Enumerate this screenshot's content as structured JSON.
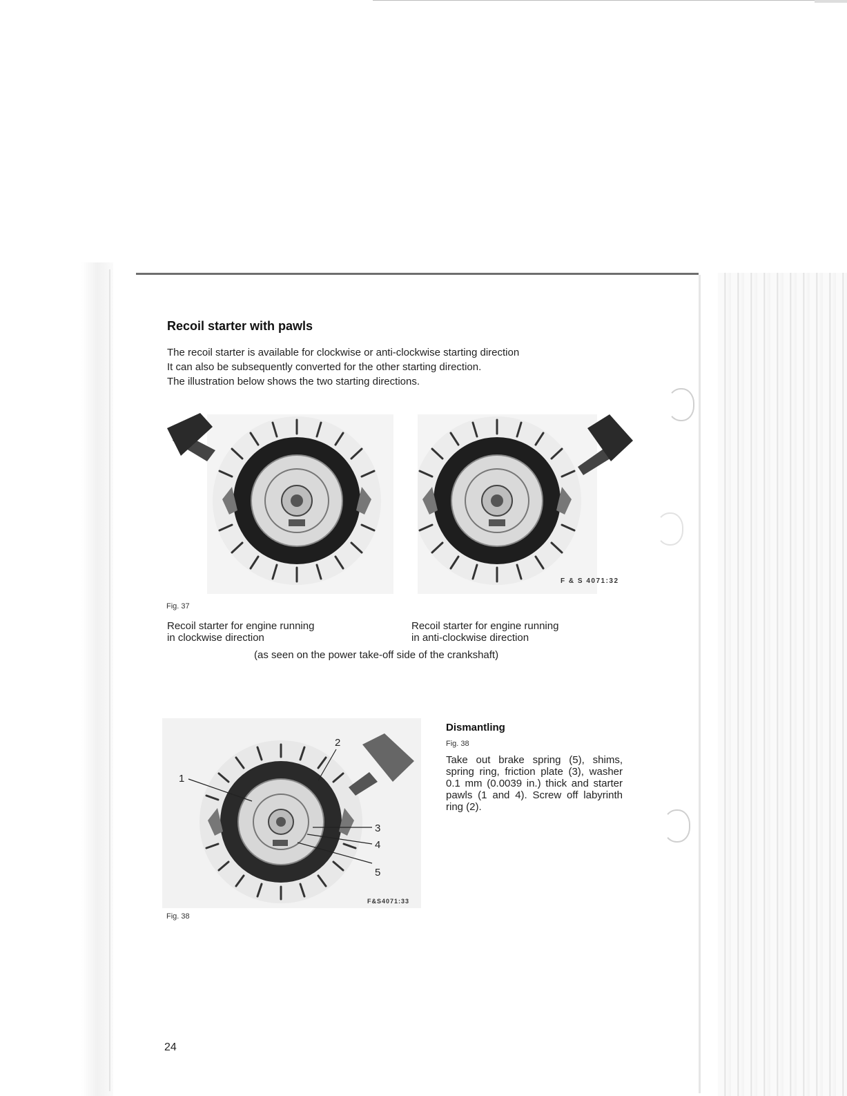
{
  "section": {
    "title": "Recoil starter with pawls",
    "intro_lines": [
      "The recoil starter is available for clockwise or anti-clockwise starting direction",
      "It can also be subsequently converted for the other starting direction.",
      "The illustration below shows the two starting directions."
    ]
  },
  "figure37": {
    "code": "F & S 4071:32",
    "label": "Fig. 37",
    "left_caption": [
      "Recoil starter for engine running",
      "in clockwise direction"
    ],
    "right_caption": [
      "Recoil starter for engine running",
      "in anti-clockwise direction"
    ],
    "note": "(as seen on the power take-off side of the crankshaft)"
  },
  "figure38": {
    "code": "F&S4071:33",
    "label": "Fig. 38",
    "callouts": [
      "1",
      "2",
      "3",
      "4",
      "5"
    ]
  },
  "dismantling": {
    "heading": "Dismantling",
    "fig_ref": "Fig. 38",
    "text": "Take out brake spring (5), shims, spring ring, friction plate (3), washer 0.1 mm (0.0039 in.) thick and starter pawls (1 and 4). Screw off labyrinth ring (2)."
  },
  "page_number": "24"
}
